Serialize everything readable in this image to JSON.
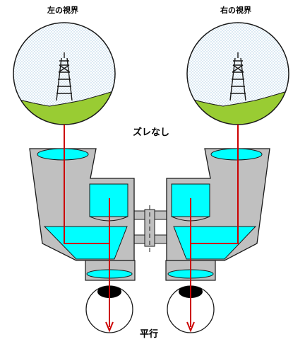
{
  "labels": {
    "left_view": "左の視界",
    "right_view": "右の視界",
    "no_shift": "ズレなし",
    "parallel": "平行"
  },
  "colors": {
    "body_gray": "#c0c0c0",
    "outline": "#1a1a1a",
    "cyan": "#00ffff",
    "ray_red": "#cc0000",
    "grass": "#99cc33",
    "sky": "#e4f0f8",
    "pupil": "#000000"
  },
  "icons": [
    "tower-icon",
    "eye-icon"
  ]
}
